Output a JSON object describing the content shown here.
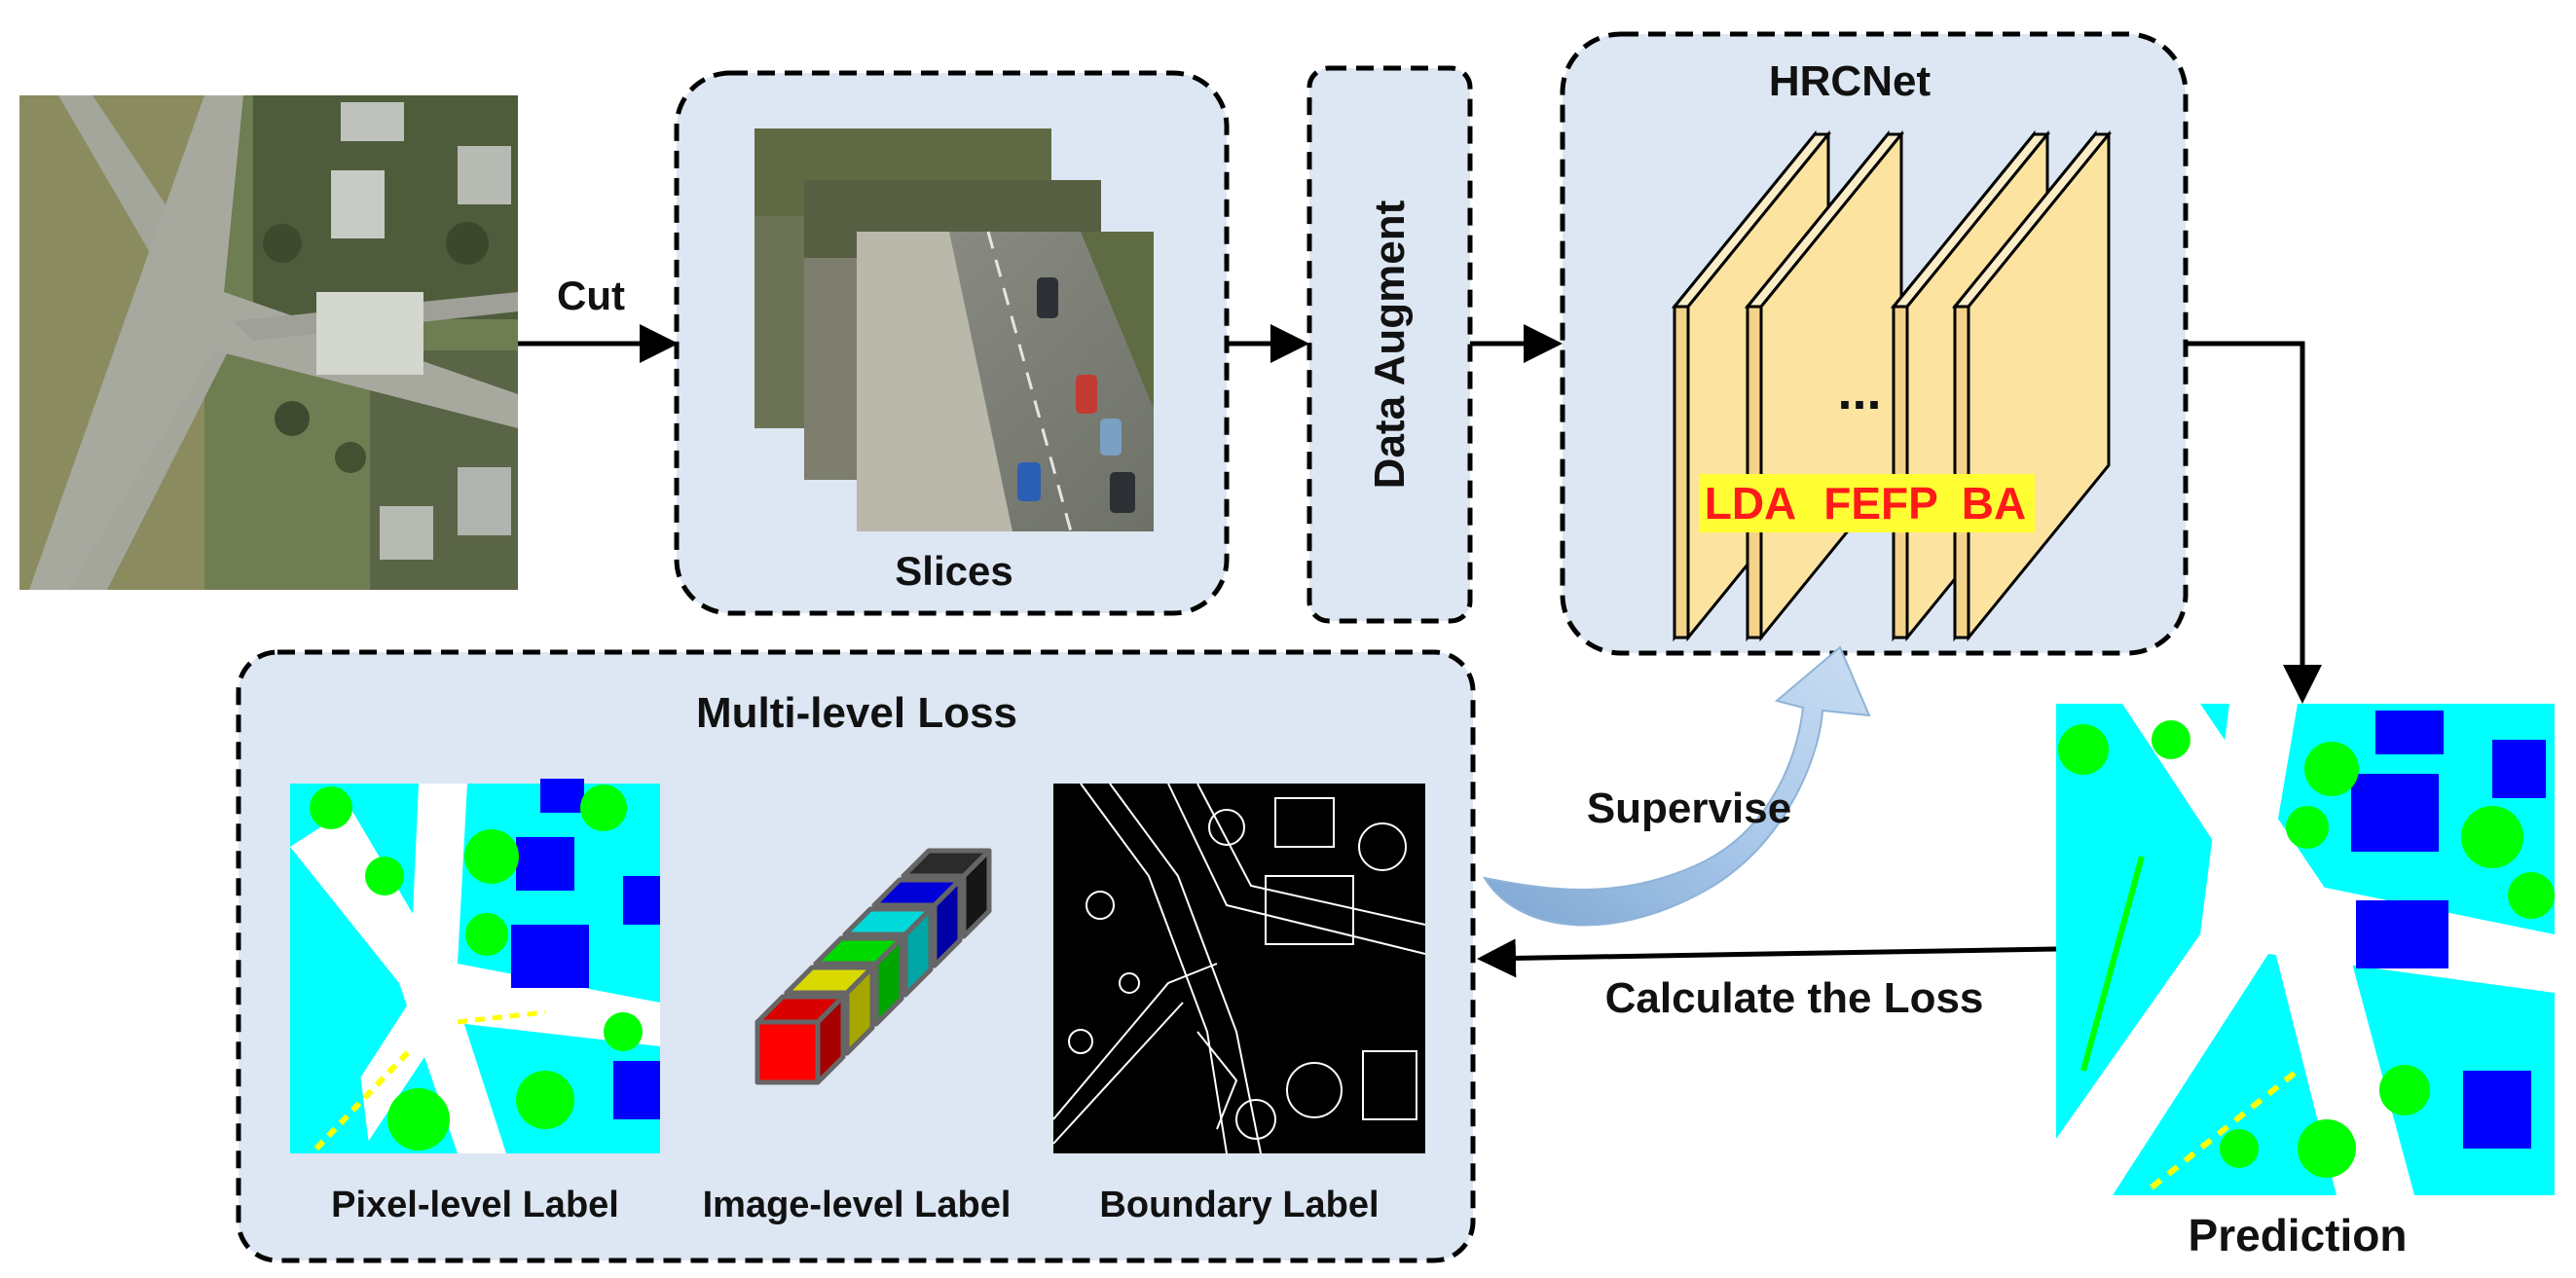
{
  "labels": {
    "cut": "Cut",
    "slices": "Slices",
    "data_augment": "Data Augment",
    "hrcnet": "HRCNet",
    "ellipsis": "...",
    "lda": "LDA",
    "fefp": "FEFP",
    "ba": "BA",
    "supervise": "Supervise",
    "prediction": "Prediction",
    "calculate_loss": "Calculate the Loss",
    "multi_level_loss": "Multi-level Loss",
    "pixel_label": "Pixel-level Label",
    "image_label": "Image-level Label",
    "boundary_label": "Boundary Label"
  },
  "colors": {
    "panel_fill": "#dce7f3",
    "layer_fill": "#fde3a0",
    "highlight_bg": "#ffff33",
    "highlight_text": "#ff1a1a",
    "supervise_arrow": "#9dbfe3",
    "seg_cyan": "#00ffff",
    "seg_green": "#00ff00",
    "seg_blue": "#0000ff",
    "seg_yellow": "#ffff00",
    "seg_red": "#ff0000",
    "seg_white": "#ffffff"
  },
  "image_level_cube_colors": [
    "#ff0000",
    "#ffff00",
    "#00ff00",
    "#00ffff",
    "#0000ff",
    "#000000"
  ]
}
